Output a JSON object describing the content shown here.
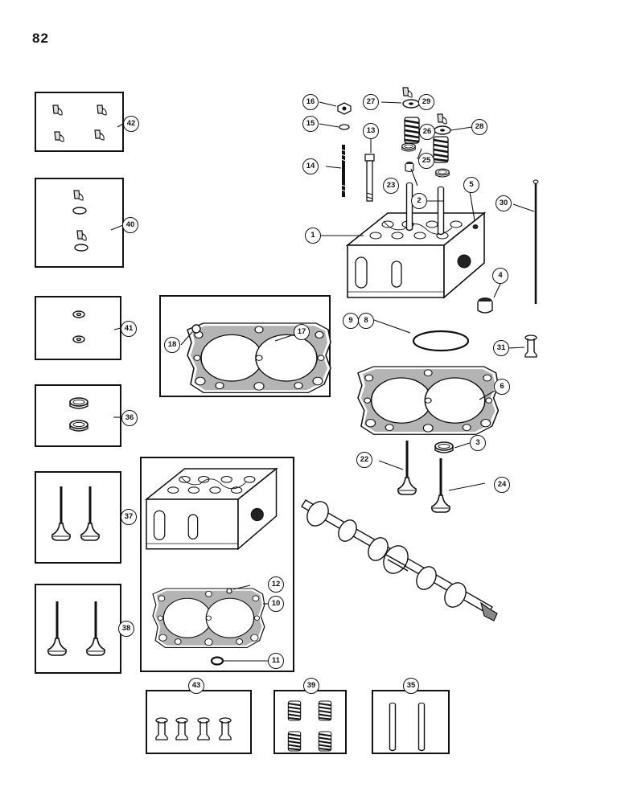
{
  "page": {
    "number": "82"
  },
  "callouts": {
    "c1": "1",
    "c2": "2",
    "c3": "3",
    "c4": "4",
    "c5": "5",
    "c6": "6",
    "c8": "8",
    "c9": "9",
    "c10": "10",
    "c11": "11",
    "c12": "12",
    "c13": "13",
    "c14": "14",
    "c15": "15",
    "c16": "16",
    "c17": "17",
    "c18": "18",
    "c22": "22",
    "c23": "23",
    "c24": "24",
    "c25": "25",
    "c26": "26",
    "c27": "27",
    "c28": "28",
    "c29": "29",
    "c30": "30",
    "c31": "31",
    "c35": "35",
    "c36": "36",
    "c37": "37",
    "c38": "38",
    "c39": "39",
    "c40": "40",
    "c41": "41",
    "c42": "42",
    "c43": "43"
  }
}
